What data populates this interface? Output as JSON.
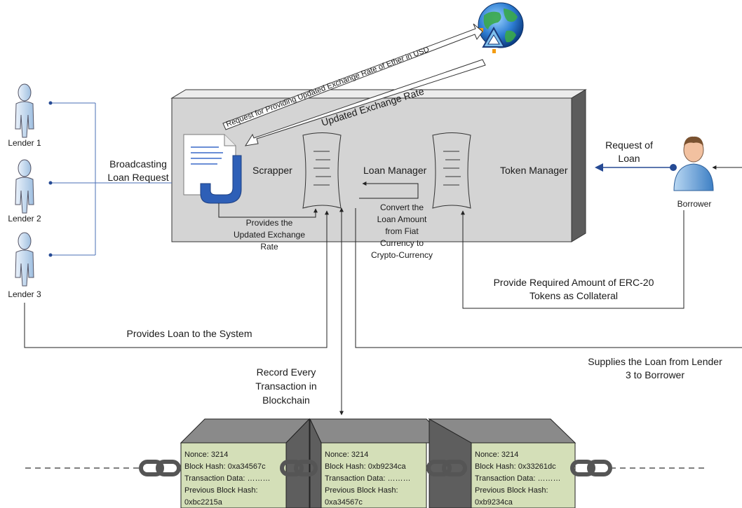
{
  "lenders": [
    {
      "label": "Lender 1"
    },
    {
      "label": "Lender 2"
    },
    {
      "label": "Lender 3"
    }
  ],
  "borrower": {
    "label": "Borrower"
  },
  "components": {
    "scrapper": "Scrapper",
    "loan_manager": "Loan Manager",
    "token_manager": "Token Manager"
  },
  "labels": {
    "broadcasting_1": "Broadcasting",
    "broadcasting_2": "Loan Request",
    "request_of_loan_1": "Request of",
    "request_of_loan_2": "Loan",
    "exchange_request": "Request for Providing Updated Exchange Rate of Ether in USD",
    "updated_rate": "Updated Exchange Rate",
    "provides_rate_1": "Provides the",
    "provides_rate_2": "Updated Exchange",
    "provides_rate_3": "Rate",
    "convert_1": "Convert the",
    "convert_2": "Loan Amount",
    "convert_3": "from Fiat",
    "convert_4": "Currency to",
    "convert_5": "Crypto-Currency",
    "collateral_1": "Provide Required Amount of ERC-20",
    "collateral_2": "Tokens as Collateral",
    "provides_loan": "Provides Loan to the System",
    "record_1": "Record Every",
    "record_2": "Transaction in",
    "record_3": "Blockchain",
    "supplies_1": "Supplies the Loan from Lender",
    "supplies_2": "3 to Borrower"
  },
  "blocks": [
    {
      "nonce": "Nonce: 3214",
      "hash": "Block Hash: 0xa34567c",
      "data": "Transaction Data: ………",
      "prev_label": "Previous Block Hash:",
      "prev": "0xbc2215a"
    },
    {
      "nonce": "Nonce: 3214",
      "hash": "Block Hash: 0xb9234ca",
      "data": "Transaction Data: ………",
      "prev_label": "Previous Block Hash:",
      "prev": "0xa34567c"
    },
    {
      "nonce": "Nonce: 3214",
      "hash": "Block Hash: 0x33261dc",
      "data": "Transaction Data: ………",
      "prev_label": "Previous Block Hash:",
      "prev": "0xb9234ca"
    }
  ],
  "colors": {
    "system_box": "#d4d4d4",
    "system_box_top": "#ececec",
    "system_box_side": "#5c5c5c",
    "block_face": "#d4dfb8",
    "block_top": "#8a8a8a",
    "block_side": "#5e5e5e",
    "person_light": "#cfe0f2",
    "borrower_body": "#7fb2e0",
    "skin": "#f2c1a0",
    "doc_blue": "#2e5fb7",
    "connector_blue": "#264a94"
  }
}
